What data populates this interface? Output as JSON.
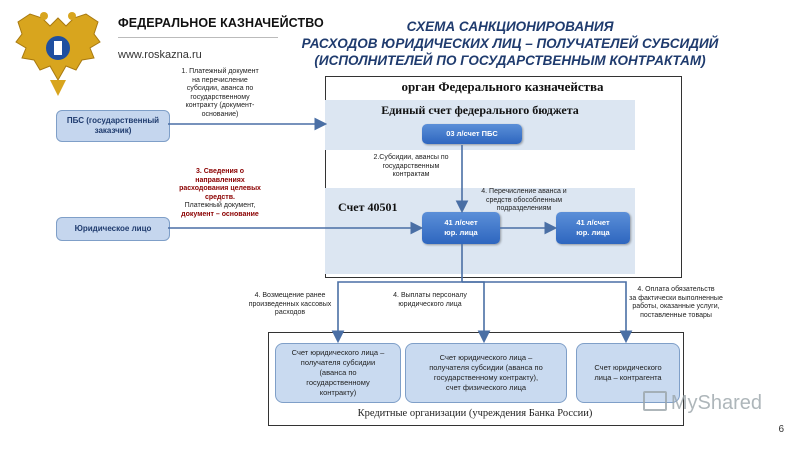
{
  "header": {
    "org_name": "ФЕДЕРАЛЬНОЕ КАЗНАЧЕЙСТВО",
    "org_url": "www.roskazna.ru",
    "title_lines": [
      "СХЕМА САНКЦИОНИРОВАНИЯ",
      "РАСХОДОВ ЮРИДИЧЕСКИХ ЛИЦ – ПОЛУЧАТЕЛЕЙ СУБСИДИЙ",
      "(ИСПОЛНИТЕЛЕЙ ПО ГОСУДАРСТВЕННЫМ КОНТРАКТАМ)"
    ]
  },
  "treasury": {
    "title": "орган Федерального казначейства",
    "budget_account": {
      "title": "Единый счет федерального бюджета",
      "pill": "03 л/счет ПБС"
    },
    "account_40501": {
      "title": "Счет 40501",
      "pill_left": [
        "41 л/счет",
        "юр. лица"
      ],
      "pill_right": [
        "41 л/счет",
        "юр. лица"
      ]
    }
  },
  "parties": {
    "pbs": [
      "ПБС (государственный",
      "заказчик)"
    ],
    "legal_entity": "Юридическое лицо"
  },
  "notes": {
    "n1": [
      "1. Платежный документ",
      "на перечисление",
      "субсидии, аванса по",
      "государственному",
      "контракту (документ-",
      "основание)"
    ],
    "n2": [
      "2.Субсидии, авансы по",
      "государственным",
      "контрактам"
    ],
    "n3_red": [
      "3. Сведения о",
      "направлениях",
      "расходования целевых",
      "средств."
    ],
    "n3_plain": [
      "Платежный документ,"
    ],
    "n3_red2": [
      "документ – основание"
    ],
    "n4_transfer": [
      "4. Перечисление аванса и",
      "средств обособленным",
      "подразделениям"
    ],
    "n4_refund": [
      "4. Возмещение ранее",
      "произведенных кассовых",
      "расходов"
    ],
    "n4_salary": [
      "4. Выплаты персоналу",
      "юридического лица"
    ],
    "n4_payment": [
      "4. Оплата обязательств",
      "за фактически выполненные",
      "работы, оказанные услуги,",
      "поставленные товары"
    ]
  },
  "banks": {
    "title": "Кредитные организации  (учреждения Банка России)",
    "box1": [
      "Счет юридического лица –",
      "получателя субсидии",
      "(аванса по",
      "государственному",
      "контракту)"
    ],
    "box2": [
      "Счет юридического лица –",
      "получателя субсидии (аванса по",
      "государственному контракту),",
      "счет физического лица"
    ],
    "box3": [
      "Счет юридического",
      "лица – контрагента"
    ]
  },
  "watermark": "MyShared",
  "page_number": "6",
  "colors": {
    "title": "#1f3b6e",
    "pill": "#2e66bf",
    "band": "#dce6f2",
    "arrow": "#4a6fa5",
    "red_text": "#8b0000"
  }
}
